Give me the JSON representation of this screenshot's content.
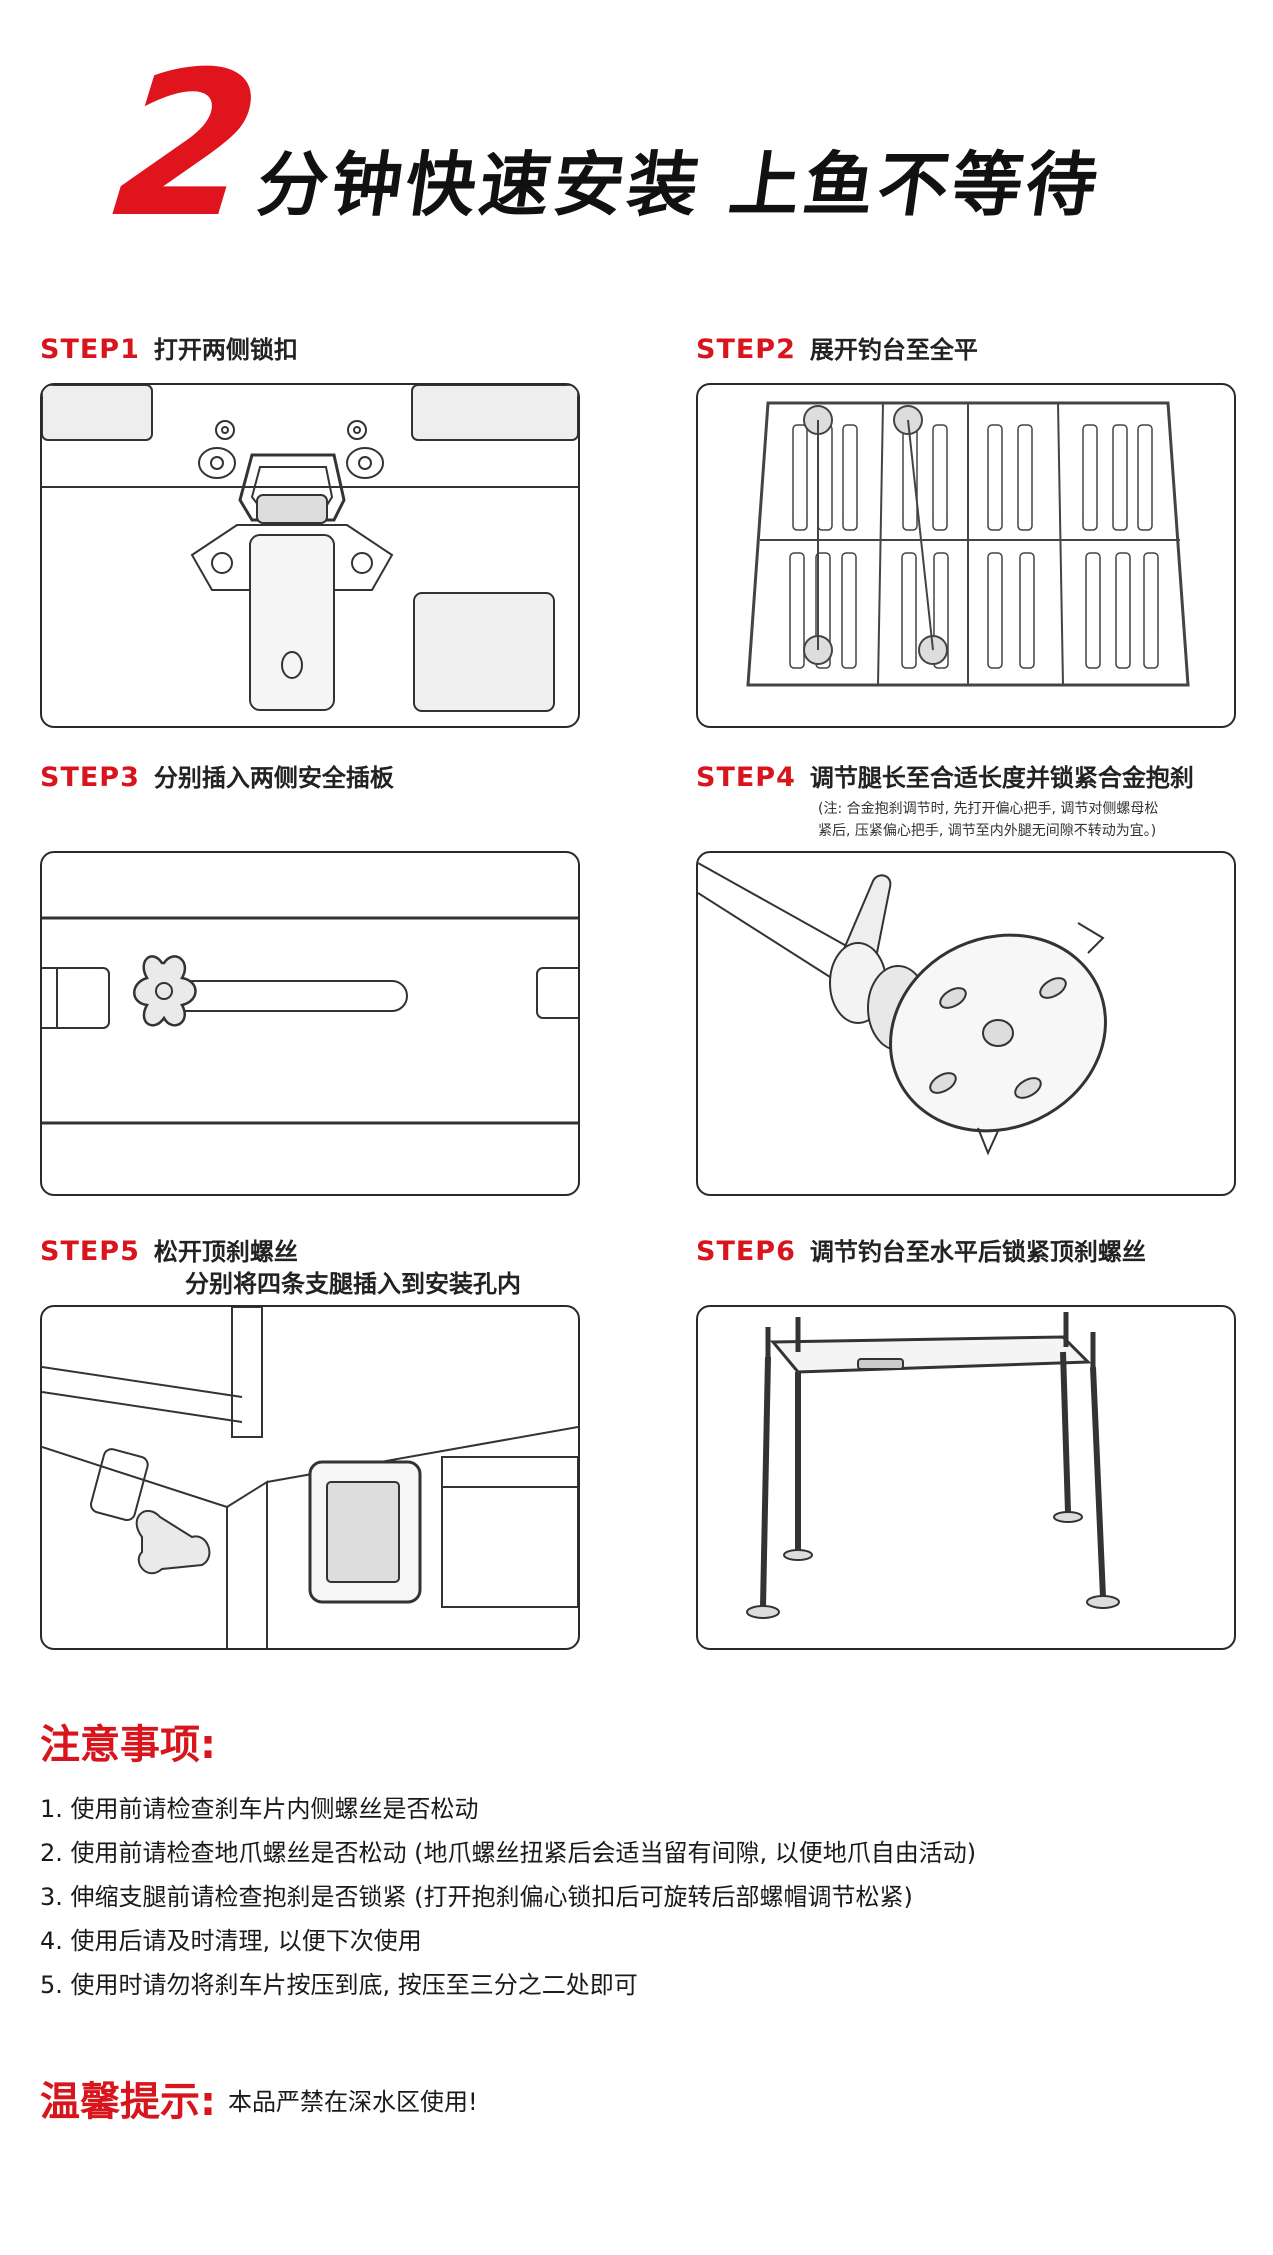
{
  "header": {
    "big_number": "2",
    "headline": "分钟快速安装 上鱼不等待",
    "accent_color": "#e0141c"
  },
  "steps": [
    {
      "code": "STEP1",
      "title": "打开两侧锁扣",
      "image_icon": "latch-lock-illustration"
    },
    {
      "code": "STEP2",
      "title": "展开钓台至全平",
      "image_icon": "unfolded-platform-illustration"
    },
    {
      "code": "STEP3",
      "title": "分别插入两侧安全插板",
      "image_icon": "safety-plate-slot-illustration"
    },
    {
      "code": "STEP4",
      "title": "调节腿长至合适长度并锁紧合金抱刹",
      "note_line1": "(注: 合金抱刹调节时, 先打开偏心把手, 调节对侧螺母松",
      "note_line2": "紧后, 压紧偏心把手, 调节至内外腿无间隙不转动为宜。)",
      "image_icon": "leg-clamp-foot-illustration"
    },
    {
      "code": "STEP5",
      "title": "松开顶刹螺丝",
      "title_line2": "分别将四条支腿插入到安装孔内",
      "image_icon": "leg-socket-knob-illustration"
    },
    {
      "code": "STEP6",
      "title": "调节钓台至水平后锁紧顶刹螺丝",
      "image_icon": "assembled-platform-illustration"
    }
  ],
  "notes": {
    "heading": "注意事项:",
    "items": [
      "1. 使用前请检查刹车片内侧螺丝是否松动",
      "2. 使用前请检查地爪螺丝是否松动 (地爪螺丝扭紧后会适当留有间隙, 以便地爪自由活动)",
      "3. 伸缩支腿前请检查抱刹是否锁紧 (打开抱刹偏心锁扣后可旋转后部螺帽调节松紧)",
      "4. 使用后请及时清理, 以便下次使用",
      "5. 使用时请勿将刹车片按压到底, 按压至三分之二处即可"
    ]
  },
  "tip": {
    "heading": "温馨提示:",
    "text": "本品严禁在深水区使用!"
  }
}
